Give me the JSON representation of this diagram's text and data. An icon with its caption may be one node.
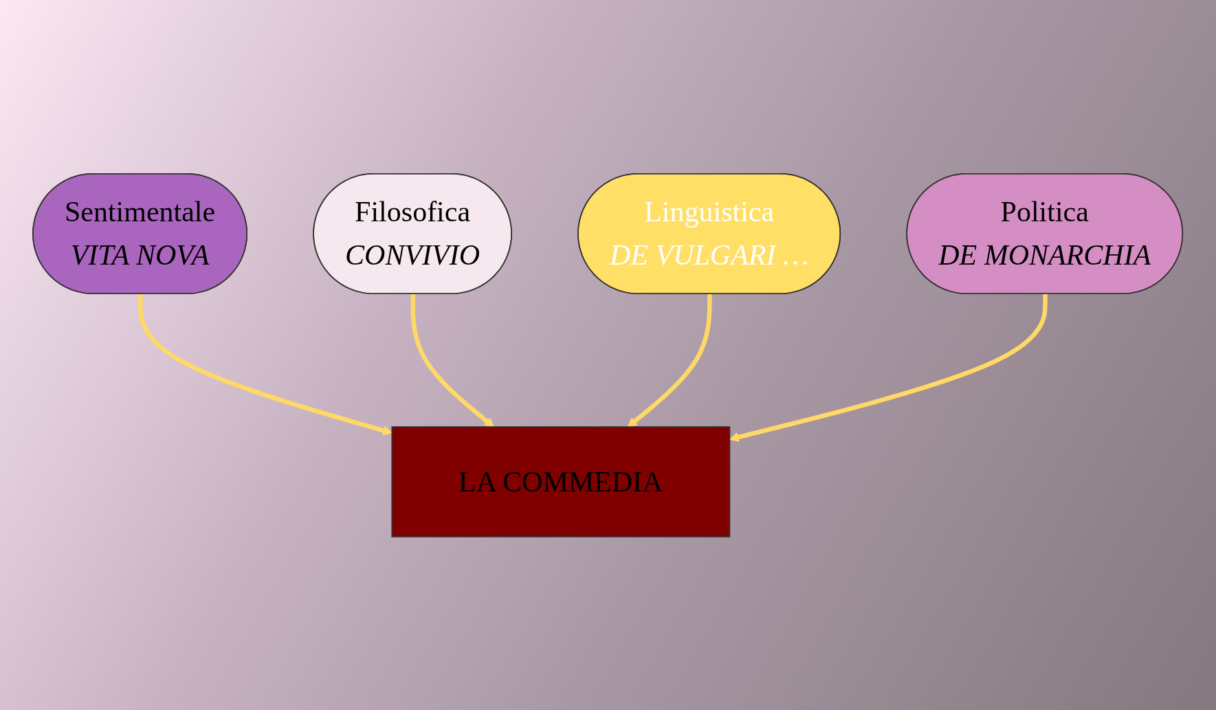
{
  "diagram": {
    "nodes": [
      {
        "text": [
          "Sentimentale",
          "VITA NOVA"
        ]
      },
      {
        "text": [
          "Filosofica",
          "CONVIVIO"
        ]
      },
      {
        "text": [
          "LA COMMEDIA"
        ]
      },
      {
        "text": [
          "Linguistica",
          "DE VULGARI …"
        ]
      },
      {
        "text": [
          "Politica",
          "DE MONARCHIA"
        ]
      }
    ],
    "edges": [
      {
        "from": 0,
        "to": 2,
        "arrow": "to"
      },
      {
        "from": 1,
        "to": 2,
        "arrow": "to"
      },
      {
        "from": 3,
        "to": 2,
        "arrow": "to"
      },
      {
        "from": 4,
        "to": 2,
        "arrow": "to"
      }
    ]
  }
}
